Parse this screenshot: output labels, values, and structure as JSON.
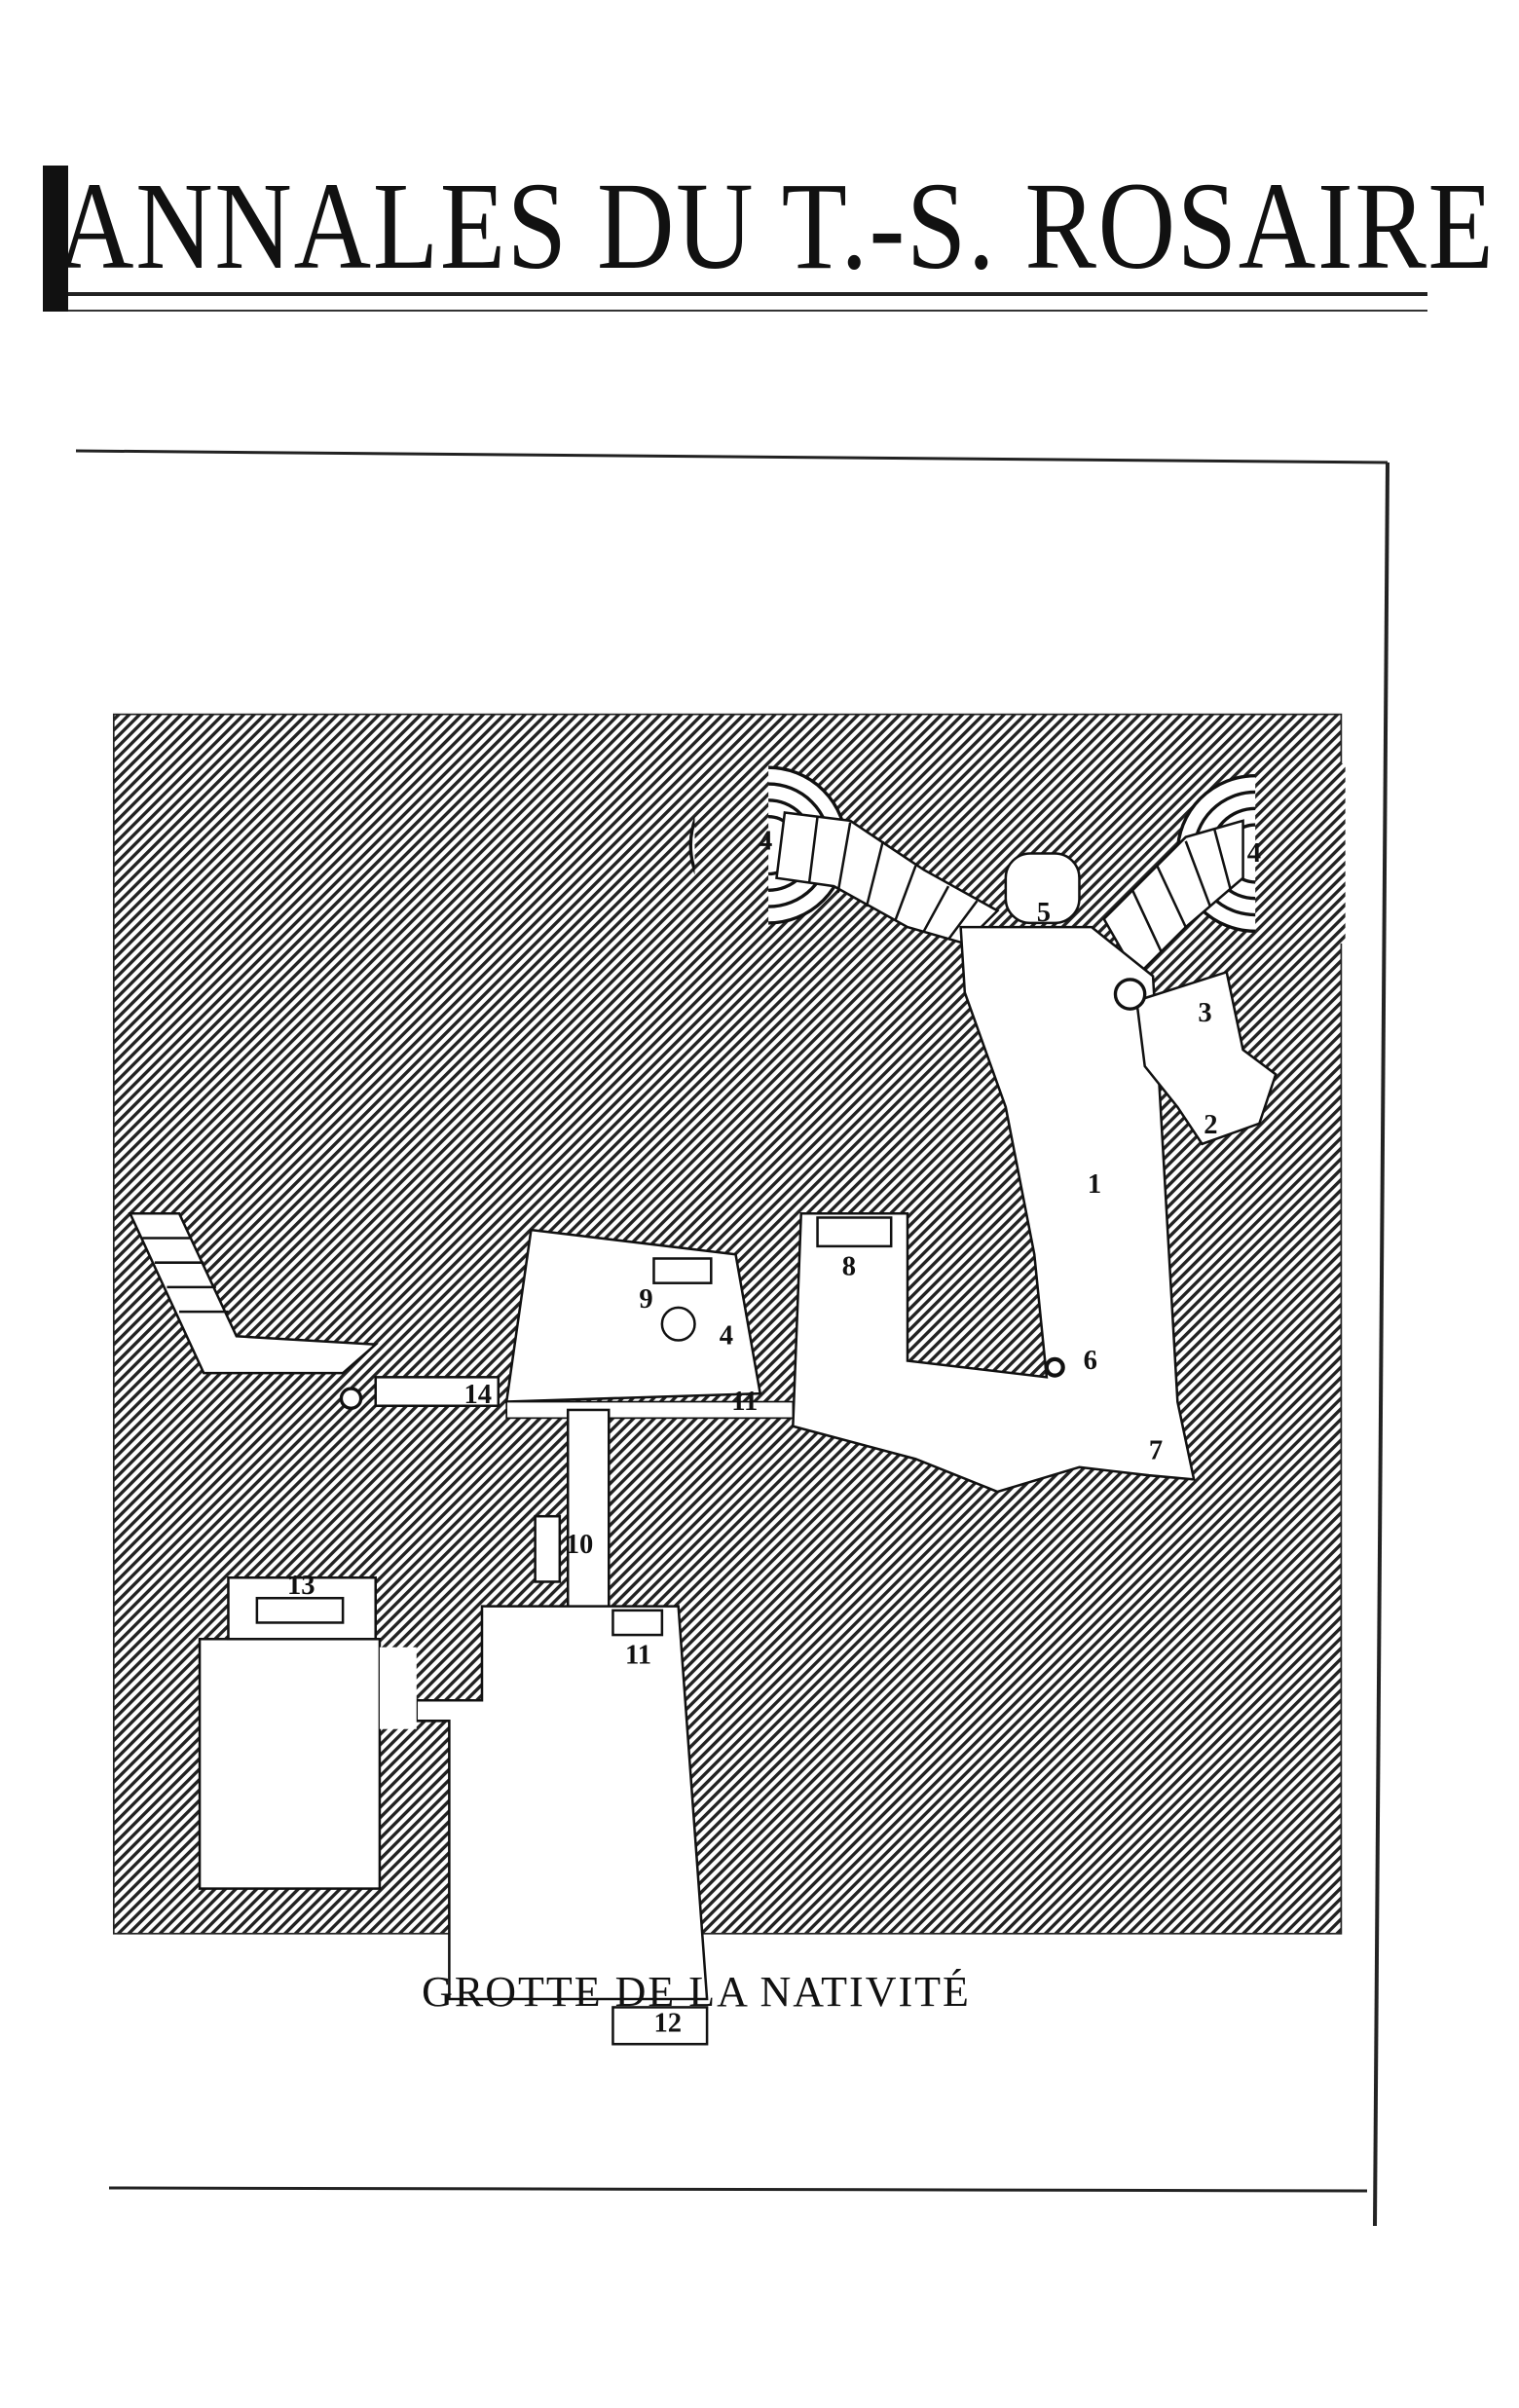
{
  "header": {
    "title": "ANNALES DU T.-S. ROSAIRE"
  },
  "figure": {
    "caption": "GROTTE DE LA NATIVITÉ",
    "labels": {
      "l1": "1",
      "l2": "2",
      "l3": "3",
      "l4a": "4",
      "l4b": "4",
      "l4c": "4",
      "l5": "5",
      "l6": "6",
      "l7": "7",
      "l8": "8",
      "l9": "9",
      "l10": "10",
      "l11a": "11",
      "l11b": "11",
      "l12": "12",
      "l13": "13",
      "l14": "14"
    }
  }
}
